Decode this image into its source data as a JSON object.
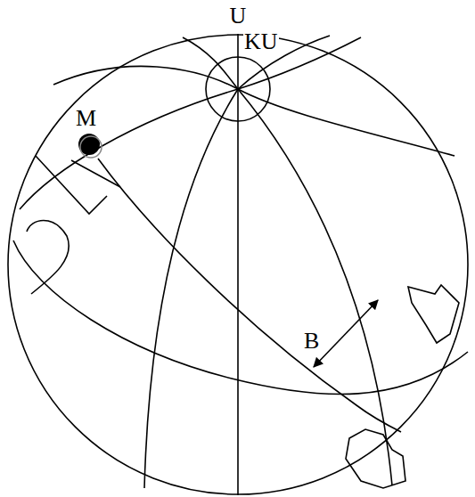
{
  "diagram": {
    "labels": [
      "U",
      "KU",
      "M",
      "B"
    ]
  }
}
